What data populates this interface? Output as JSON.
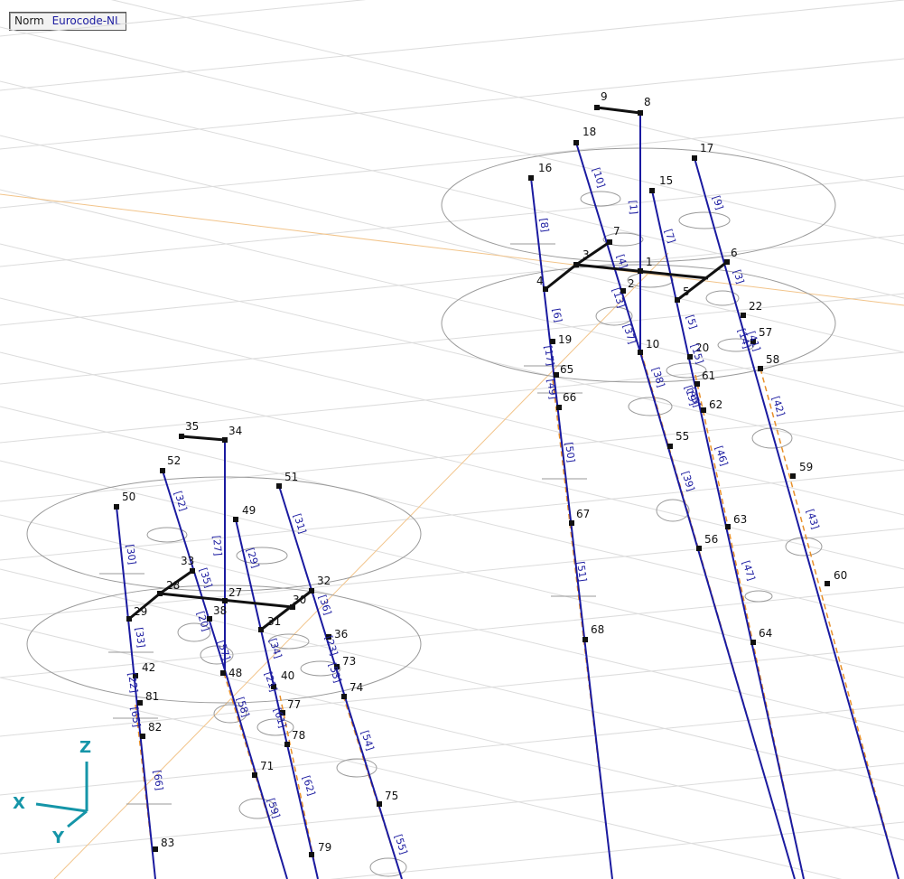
{
  "header": {
    "norm_label": "Norm",
    "norm_value": "Eurocode-NL"
  },
  "colors": {
    "member": "#1a1aa0",
    "beam": "#111111",
    "dashed": "#e8902a",
    "grid": "#d9d9d9",
    "grid_accent": "#f2c48a",
    "ellipse": "#9a9a9a",
    "axis": "#1595a8"
  },
  "axes": {
    "x": "X",
    "y": "Y",
    "z": "Z"
  },
  "nodes": {
    "1": "1",
    "2": "2",
    "3": "3",
    "4": "4",
    "5": "5",
    "6": "6",
    "7": "7",
    "8": "8",
    "9": "9",
    "10": "10",
    "15": "15",
    "16": "16",
    "17": "17",
    "18": "18",
    "19": "19",
    "20": "20",
    "22": "22",
    "27": "27",
    "28": "28",
    "29": "29",
    "30": "30",
    "31": "31",
    "32": "32",
    "33": "33",
    "34": "34",
    "35": "35",
    "36": "36",
    "38": "38",
    "40": "40",
    "42": "42",
    "48": "48",
    "49": "49",
    "50": "50",
    "51": "51",
    "52": "52",
    "55": "55",
    "56": "56",
    "57": "57",
    "58": "58",
    "59": "59",
    "60": "60",
    "61": "61",
    "62": "62",
    "63": "63",
    "64": "64",
    "65": "65",
    "66": "66",
    "67": "67",
    "68": "68",
    "71": "71",
    "73": "73",
    "74": "74",
    "75": "75",
    "77": "77",
    "78": "78",
    "79": "79",
    "81": "81",
    "82": "82",
    "83": "83"
  },
  "members": {
    "m1": "[1]",
    "m3": "[3]",
    "m4": "[4]",
    "m5": "[5]",
    "m6": "[6]",
    "m7": "[7]",
    "m8": "[8]",
    "m9": "[9]",
    "m10": "[10]",
    "m13": "[13]",
    "m14": "[14]",
    "m15": "[15]",
    "m17": "[17]",
    "m20": "[20]",
    "m21": "[21]",
    "m22": "[22]",
    "m23": "[23]",
    "m27": "[27]",
    "m29": "[29]",
    "m30": "[30]",
    "m31": "[31]",
    "m32": "[32]",
    "m33": "[33]",
    "m34": "[34]",
    "m35": "[35]",
    "m36": "[36]",
    "m37": "[37]",
    "m38": "[38]",
    "m39": "[39]",
    "m42": "[42]",
    "m43": "[43]",
    "m45": "[45]",
    "m46": "[46]",
    "m47": "[47]",
    "m49": "[49]",
    "m50": "[50]",
    "m51": "[51]",
    "m53": "[53]",
    "m54": "[54]",
    "m55": "[55]",
    "m58": "[58]",
    "m59": "[59]",
    "m61": "[61]",
    "m62": "[62]",
    "m65": "[65]",
    "m66": "[66]",
    "m19": "[19]",
    "m41": "[41]",
    "m57": "[57]"
  }
}
